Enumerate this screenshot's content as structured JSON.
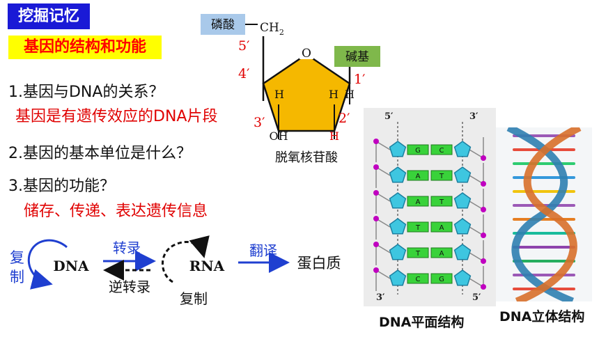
{
  "badge_title": "挖掘记忆",
  "badge_subtitle": "基因的结构和功能",
  "questions": [
    {
      "q": "1.基因与DNA的关系？",
      "a": "基因是有遗传效应的DNA片段"
    },
    {
      "q": "2.基因的基本单位是什么？"
    },
    {
      "q": "3.基因的功能？",
      "a": "储存、传递、表达遗传信息"
    }
  ],
  "nucleotide": {
    "phosphate": "磷酸",
    "base": "碱基",
    "ch2": "CH",
    "ch2_sub": "2",
    "ring_o": "O",
    "h": "H",
    "oh": "OH",
    "n5": "5′",
    "n4": "4′",
    "n3": "3′",
    "n2": "2′",
    "n1": "1′",
    "caption": "脱氧核苷酸"
  },
  "flow": {
    "replicate_left": "复制",
    "dna": "DNA",
    "transcription": "转录",
    "reverse_transcription": "逆转录",
    "rna": "RNA",
    "replicate_bottom": "复制",
    "translation": "翻译",
    "protein": "蛋白质"
  },
  "dna_plane": {
    "top_left": "5′",
    "top_right": "3′",
    "bottom_left": "3′",
    "bottom_right": "5′",
    "pairs": [
      [
        "G",
        "C"
      ],
      [
        "A",
        "T"
      ],
      [
        "A",
        "T"
      ],
      [
        "T",
        "A"
      ],
      [
        "T",
        "A"
      ],
      [
        "C",
        "G"
      ]
    ],
    "caption": "DNA平面结构"
  },
  "dna_3d": {
    "caption": "DNA立体结构"
  },
  "colors": {
    "title_bg": "#1a1ad6",
    "subtitle_bg": "#ffff00",
    "red": "#e00000",
    "blue": "#1f3fd0",
    "sugar": "#f5b800",
    "phosphate_box": "#a9c9ea",
    "base_box": "#7fb84b"
  }
}
